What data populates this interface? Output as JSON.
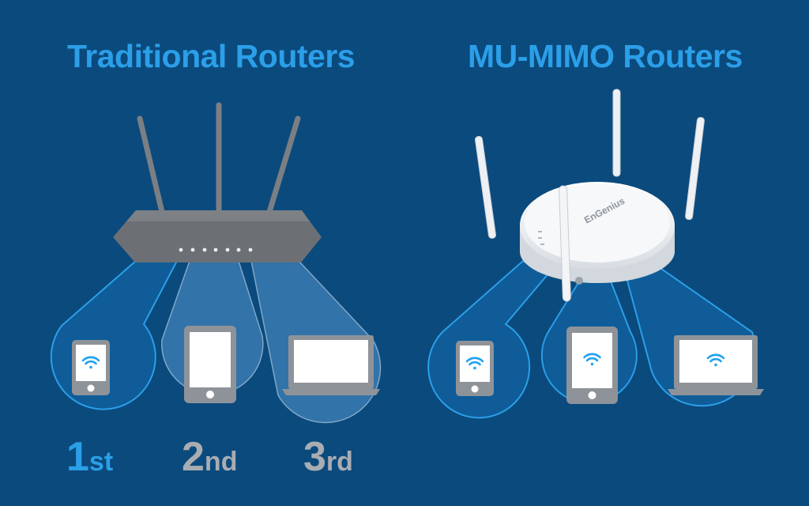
{
  "left_panel": {
    "title": "Traditional Routers",
    "ordinals": [
      {
        "number": "1",
        "suffix": "st",
        "color": "#2b9fe8"
      },
      {
        "number": "2",
        "suffix": "nd",
        "color": "#a8adb3"
      },
      {
        "number": "3",
        "suffix": "rd",
        "color": "#a8adb3"
      }
    ]
  },
  "right_panel": {
    "title": "MU-MIMO Routers",
    "router_brand": "EnGenius"
  },
  "colors": {
    "background": "#0b4a7d",
    "title": "#2b9fe8",
    "beam_outline": "#2b9fe8",
    "active_beam": "#0f5c98",
    "inactive_beam": "#3a7ab0",
    "device_gray": "#8e9399",
    "wifi": "#1ea1f0"
  },
  "icons": [
    "wifi-icon",
    "phone-icon",
    "tablet-icon",
    "laptop-icon",
    "router-icon",
    "antenna-icon"
  ]
}
